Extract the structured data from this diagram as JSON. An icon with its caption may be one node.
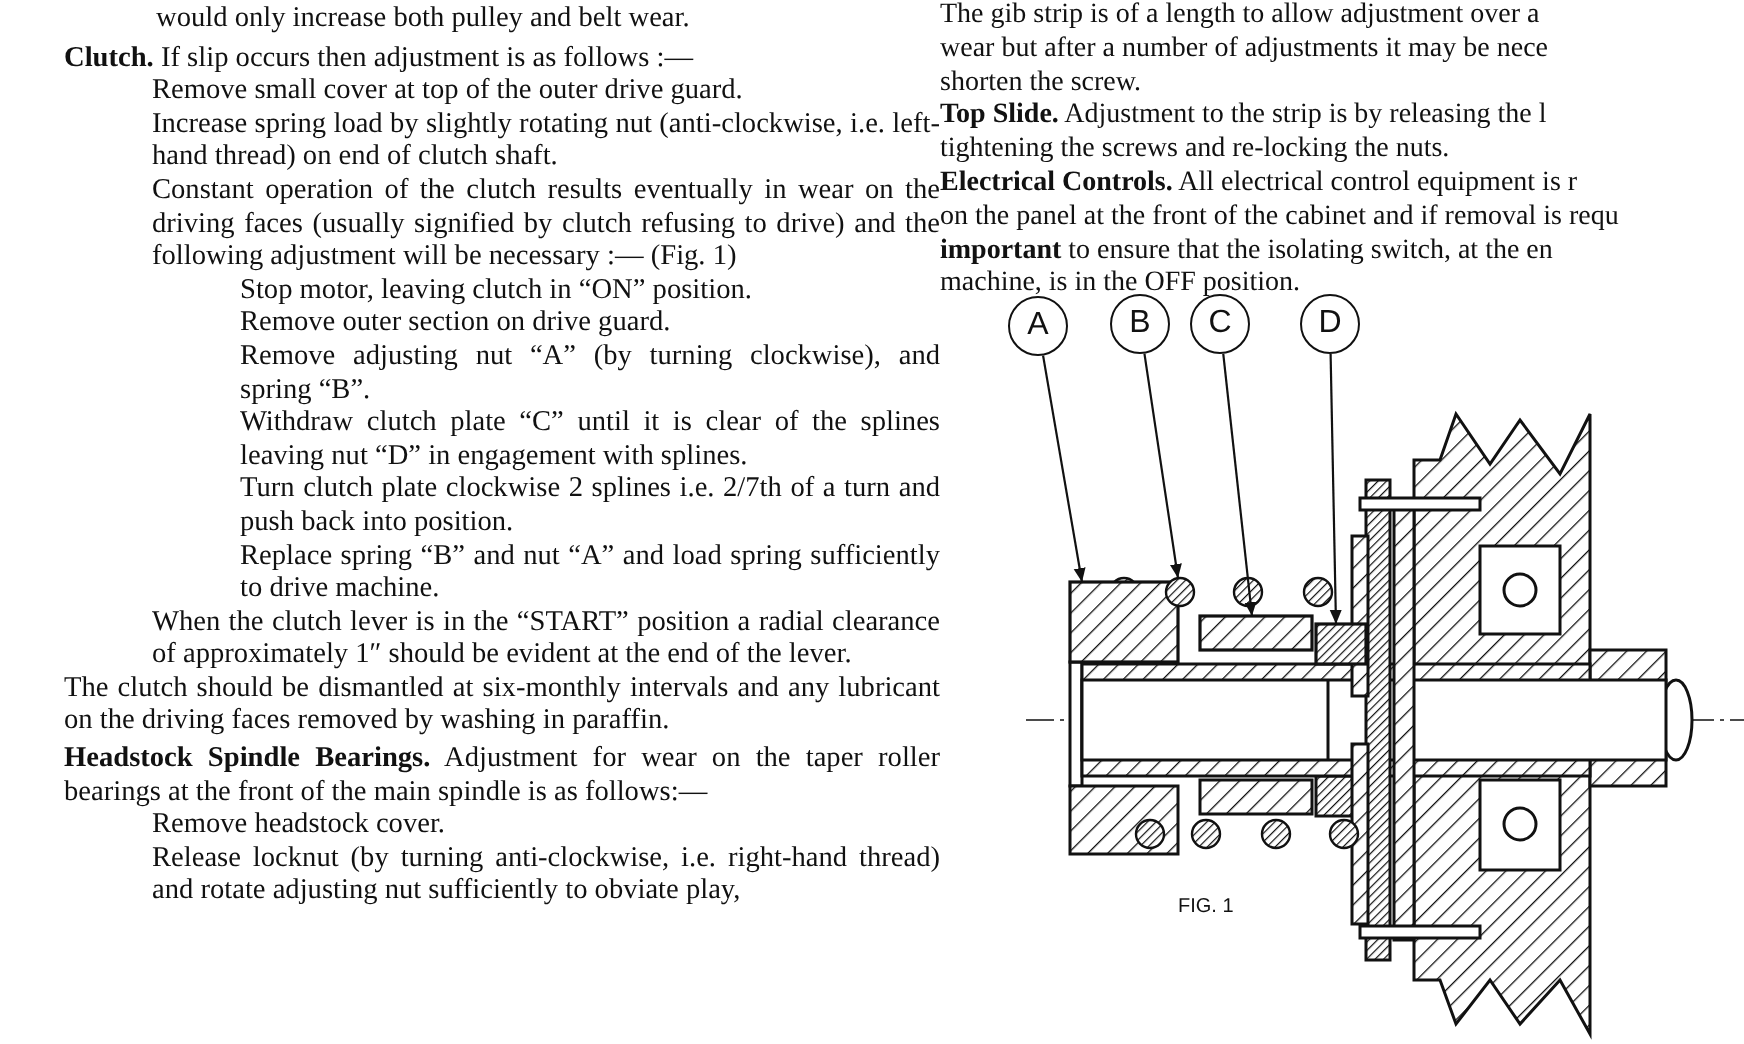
{
  "diagram": {
    "caption": "FIG. 1",
    "nodes": [
      {
        "text": [
          "A"
        ]
      },
      {
        "text": [
          "B"
        ]
      },
      {
        "text": [
          "C"
        ]
      },
      {
        "text": [
          "D"
        ]
      },
      {
        "text": [],
        "shape": "box"
      },
      {
        "text": [],
        "shape": "circle"
      },
      {
        "text": [],
        "shape": "box"
      },
      {
        "text": [],
        "shape": "box"
      }
    ],
    "edges": [
      {
        "from": 0,
        "to": 4,
        "arrow": "to"
      },
      {
        "from": 1,
        "to": 5,
        "arrow": "to"
      },
      {
        "from": 2,
        "to": 6,
        "arrow": "to"
      },
      {
        "from": 3,
        "to": 7,
        "arrow": "to"
      }
    ],
    "labels": [
      "would only increase both pulley and belt wear.",
      "**Clutch.** If slip occurs then adjustment is as follows :—",
      "Remove small cover at top of the outer drive guard.",
      "Increase spring load by slightly rotating nut (anti-clockwise, i.e. left-hand thread) on end of clutch shaft.",
      "Constant operation of the clutch results eventually in wear on the driving faces (usually signified by clutch refusing to drive) and the following adjustment will be necessary :— (Fig. 1)",
      "Stop motor, leaving clutch in “ON” position.",
      "Remove outer section on drive guard.",
      "Remove adjusting nut “A” (by turning clockwise), and spring “B”.",
      "Withdraw clutch plate “C” until it is clear of the splines leaving nut “D” in engagement with splines.",
      "Turn clutch plate clockwise 2 splines i.e. 2/7th of a turn and push back into position.",
      "Replace spring “B” and nut “A” and load spring sufficiently to drive machine.",
      "When the clutch lever is in the “START” position a radial clearance of approximately 1″ should be evident at the end of the lever.",
      "The clutch should be dismantled at six-monthly intervals and any lubricant on the driving faces removed by washing in paraffin.",
      "**Headstock Spindle Bearings.** Adjustment for wear on the taper roller bearings at the front of the main spindle is as follows:—",
      "Remove headstock cover.",
      "Release locknut (by turning anti-clockwise, i.e. right-hand thread) and rotate adjusting nut sufficiently to obviate play,",
      "The gib strip is of a length to allow adjustment over a",
      "wear but after a number of adjustments it may be nece",
      "shorten the screw.",
      "**Top Slide.** Adjustment to the strip is by releasing the l",
      "tightening the screws and re-locking the nuts.",
      "**Electrical Controls.** All electrical control equipment is r",
      "on the panel at the front of the cabinet and if removal is requ",
      "**important** to ensure that the isolating switch, at the en",
      "machine, is in the OFF position."
    ]
  }
}
